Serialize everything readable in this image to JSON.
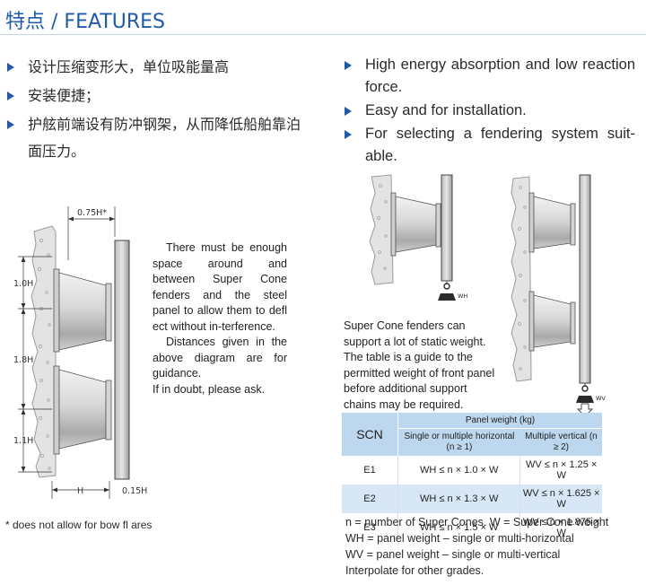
{
  "header": {
    "title_cn": "特点",
    "title_sep": " / ",
    "title_en": "FEATURES"
  },
  "features_cn": [
    "设计压缩变形大，单位吸能量高",
    "安装便捷；",
    "护舷前端设有防冲钢架，从而降低船舶靠泊面压力。"
  ],
  "features_en": [
    "High energy absorption and low reaction force.",
    "Easy and for installation.",
    "For selecting a fendering system suit-able."
  ],
  "diagram_left": {
    "dim_top": "0.75H*",
    "dim_h1": "1.0H",
    "dim_h2": "1.8H",
    "dim_h3": "1.1H",
    "dim_bottom_h": "H",
    "dim_bottom_panel": "0.15H"
  },
  "left_note": {
    "line1": "There must be enough space around and between Super Cone fenders and the steel panel to allow them to defl ect without in-terference.",
    "line2": "Distances given in the above diagram are for guidance.",
    "line3": "If in doubt, please ask."
  },
  "footnote": "* does not allow for bow fl ares",
  "diagram_right": {
    "weight_h_label": "WH",
    "weight_v_label": "WV"
  },
  "right_note": "Super Cone fenders can support a lot of static weight. The table is a guide to the permitted weight of front panel before additional support chains may be required.",
  "table": {
    "col_scn": "SCN",
    "group_header": "Panel weight (kg)",
    "col_h": "Single or multiple horizontal (n ≥ 1)",
    "col_v": "Multiple vertical (n ≥ 2)",
    "rows": [
      {
        "grade": "E1",
        "h": "WH ≤ n × 1.0 × W",
        "v": "WV ≤ n × 1.25 × W"
      },
      {
        "grade": "E2",
        "h": "WH ≤ n × 1.3 × W",
        "v": "WV ≤ n × 1.625 × W"
      },
      {
        "grade": "E3",
        "h": "WH ≤ n × 1.5 × W",
        "v": "WV ≤ n × 1.875 × W"
      }
    ]
  },
  "legend": [
    "n = number of Super Cones. W = Super Cone weight",
    "WH = panel weight – single or multi-horizontal",
    "WV = panel weight – single or multi-vertical",
    "Interpolate for other grades."
  ],
  "colors": {
    "accent": "#1f5ba8",
    "table_header": "#bcd7ee",
    "table_alt_row": "#d8e7f5"
  }
}
